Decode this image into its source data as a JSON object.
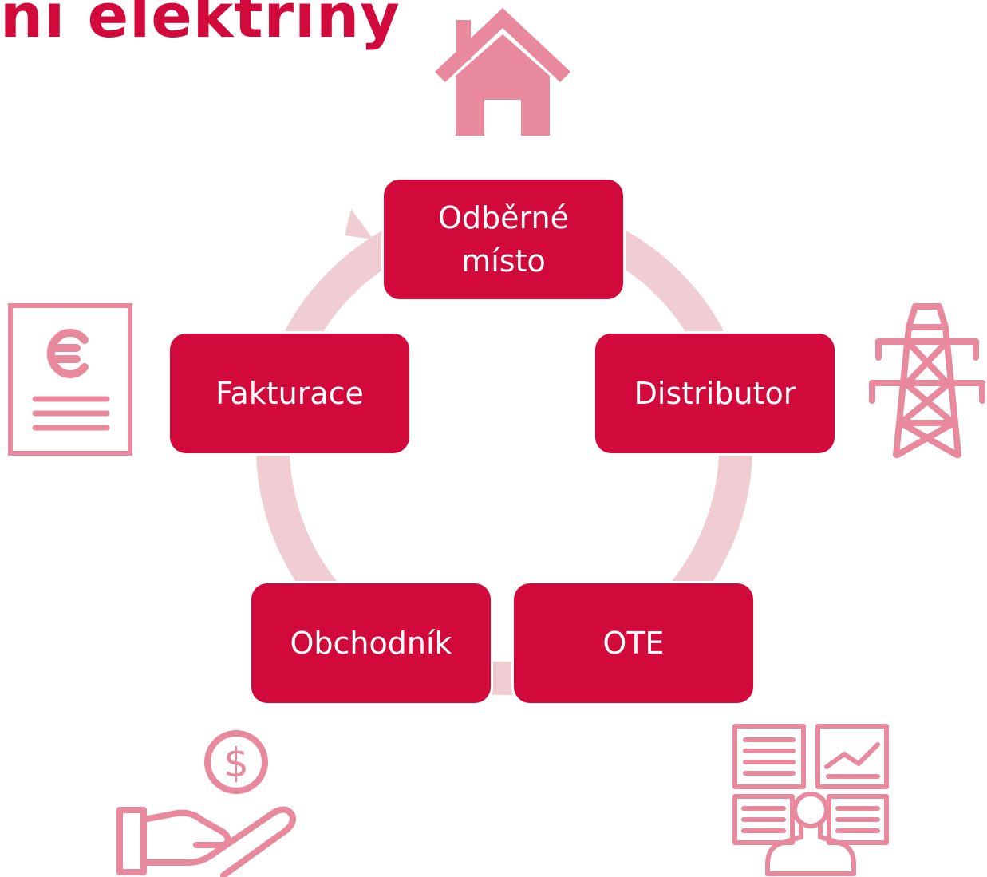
{
  "header": {
    "title": "ní elektřiny"
  },
  "diagram": {
    "type": "cycle",
    "direction": "clockwise",
    "nodes": [
      {
        "label": "Odběrné\nmísto",
        "icon": "house-icon"
      },
      {
        "label": "Distributor",
        "icon": "power-pylon-icon"
      },
      {
        "label": "OTE",
        "icon": "market-operator-dashboard-icon"
      },
      {
        "label": "Obchodník",
        "icon": "hand-with-dollar-coin-icon"
      },
      {
        "label": "Fakturace",
        "icon": "euro-invoice-icon"
      }
    ]
  },
  "colors": {
    "accent": "#d20a3c",
    "icon": "#e8899e",
    "ring": "#f0cdd2",
    "node_text": "#ffffff"
  }
}
